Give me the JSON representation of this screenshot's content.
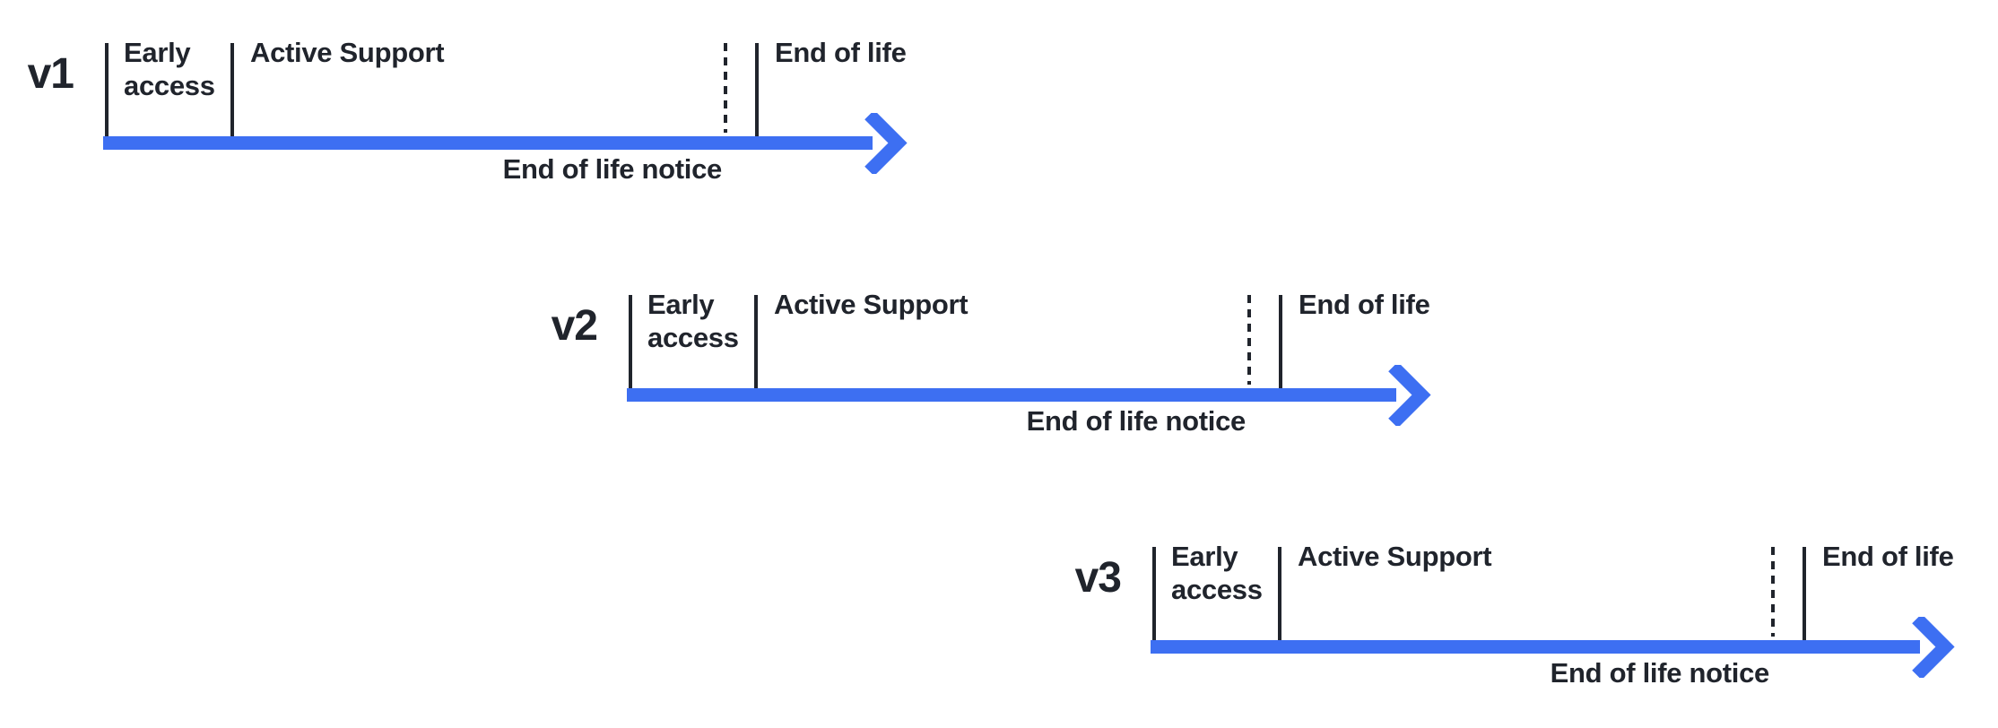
{
  "colors": {
    "arrow_blue": "#3d6ff2",
    "ink": "#20242c"
  },
  "rows": [
    {
      "version": "v1",
      "early_access": "Early access",
      "active_support": "Active Support",
      "end_of_life": "End of life",
      "end_of_life_notice": "End of life notice"
    },
    {
      "version": "v2",
      "early_access": "Early access",
      "active_support": "Active Support",
      "end_of_life": "End of life",
      "end_of_life_notice": "End of life notice"
    },
    {
      "version": "v3",
      "early_access": "Early access",
      "active_support": "Active Support",
      "end_of_life": "End of life",
      "end_of_life_notice": "End of life notice"
    }
  ]
}
